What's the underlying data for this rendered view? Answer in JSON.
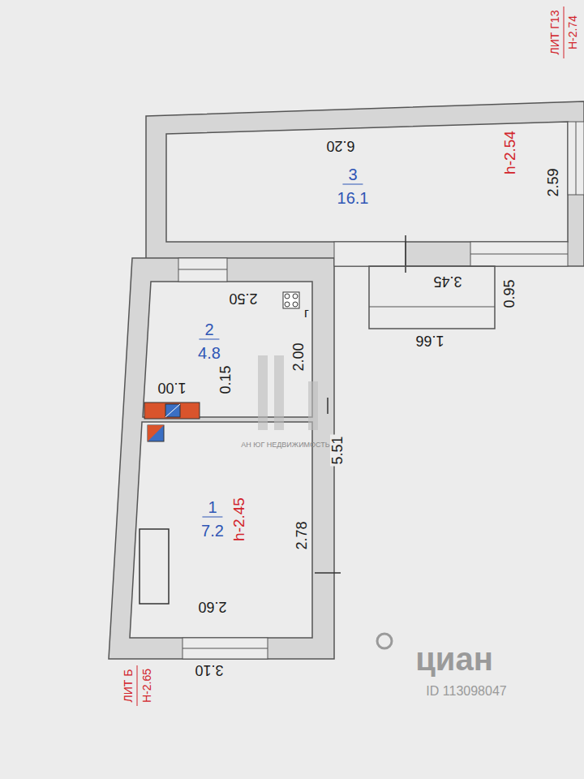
{
  "diagram": {
    "nodes": [
      {
        "text": [
          "1",
          "7.2",
          "h-2.45"
        ]
      },
      {
        "text": [
          "2",
          "4.8"
        ]
      },
      {
        "text": [
          "3",
          "16.1",
          "h-2.54"
        ]
      }
    ],
    "labels": [
      "6.20",
      "2.59",
      "3.45",
      "0.95",
      "1.66",
      "2.50",
      "2.00",
      "0.15",
      "1.00",
      "5.51",
      "2.78",
      "2.60",
      "3.10",
      "г",
      "ЛИТ Б",
      "Н-2.65",
      "ЛИТ Г13",
      "Н-2.74",
      "АН ЮГ НЕДВИЖИМОСТЬ",
      "циан",
      "ID 113098047"
    ]
  }
}
